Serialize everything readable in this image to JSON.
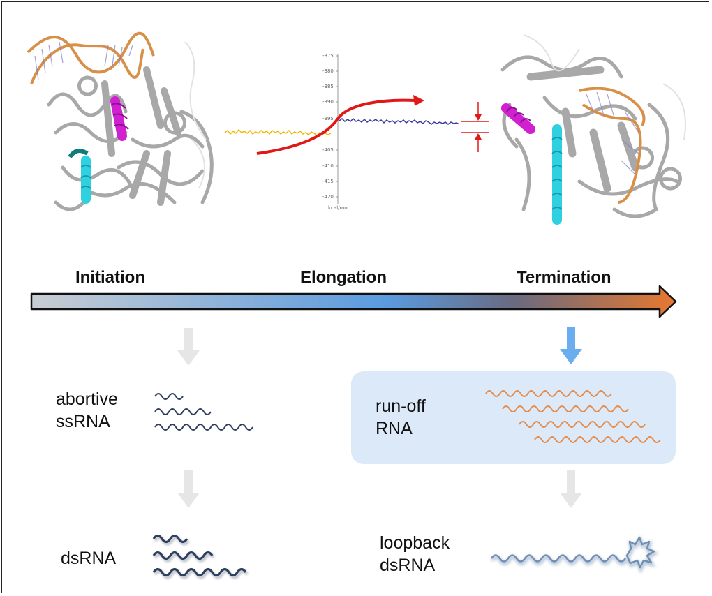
{
  "stages": {
    "initiation": "Initiation",
    "elongation": "Elongation",
    "termination": "Termination"
  },
  "energy_plot": {
    "ticks": [
      "-375",
      "-380",
      "-385",
      "-390",
      "-395",
      "-405",
      "-410",
      "-415",
      "-420"
    ],
    "unit": "kcal/mol"
  },
  "products": {
    "abortive_line1": "abortive",
    "abortive_line2": "ssRNA",
    "runoff_line1": "run-off",
    "runoff_line2": "RNA",
    "dsrna": "dsRNA",
    "loopback_line1": "loopback",
    "loopback_line2": "dsRNA"
  },
  "colors": {
    "gradient_start": "#c8cdd3",
    "gradient_mid": "#5a9be0",
    "gradient_end": "#e8782f",
    "rna_dark": "#2f3f5e",
    "rna_orange": "#e58c4b",
    "rna_blue": "#6f8fb4",
    "panel_bg": "#dbe9f8",
    "arrow_gray": "#e6e6e6",
    "arrow_blue": "#6aaef0",
    "helix_cyan": "#2fd0e0",
    "helix_magenta": "#d020d0",
    "dna_orange": "#d89048",
    "energy_yellow": "#f0b800",
    "energy_blue": "#3a3aa0",
    "energy_red": "#e01818"
  }
}
